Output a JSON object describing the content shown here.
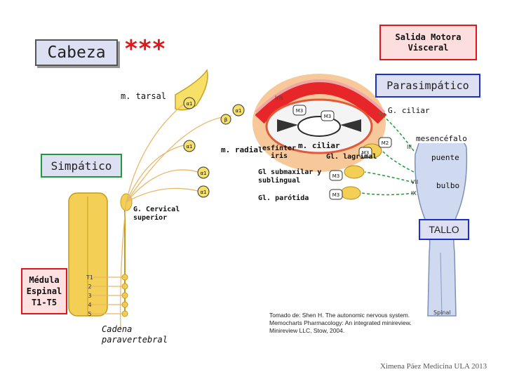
{
  "title": {
    "head": "Cabeza",
    "stars": "***"
  },
  "labels": {
    "salida_motora": "Salida Motora Visceral",
    "parasimpatico": "Parasimpático",
    "simpatico": "Simpático",
    "medula_espinal": "Médula Espinal T1-T5",
    "tallo": "TALLO",
    "m_tarsal": "m. tarsal",
    "g_ciliar": "G. ciliar",
    "mesencefalo": "mesencéfalo",
    "puente": "puente",
    "bulbo": "bulbo",
    "m_radial": "m. radial",
    "esfinter_iris": "esfínter iris",
    "m_ciliar": "m. ciliar",
    "gl_lagrimal": "Gl. lagrimal",
    "gl_submaxilar": "Gl submaxilar y sublingual",
    "gl_parotida": "Gl. parótida",
    "g_cervical": "G. Cervical superior",
    "cadena": "Cadena paravertebral",
    "iris_small": "Iris",
    "spinal_small": "Spinal"
  },
  "receptors": {
    "alpha1": "α1",
    "m3": "M3",
    "m2": "M2",
    "b": "β"
  },
  "cranial_nerves": [
    "III",
    "VII",
    "IX"
  ],
  "spinal_levels": [
    "T1",
    "2",
    "3",
    "4",
    "5"
  ],
  "citation": "Tomado de: Shen H. The autonomic nervous system. Memocharts Pharmacology: An integrated minireview. Minireview LLC, Stow, 2004.",
  "footer": "Ximena Páez Medicina ULA 2013",
  "colors": {
    "box_blue": "#1a2fd0",
    "box_red": "#e0161a",
    "box_fill": "#dde0f2",
    "green": "#1f9a3a",
    "spine_yellow": "#f4cf55",
    "brain_blue": "#cfdaf0"
  }
}
